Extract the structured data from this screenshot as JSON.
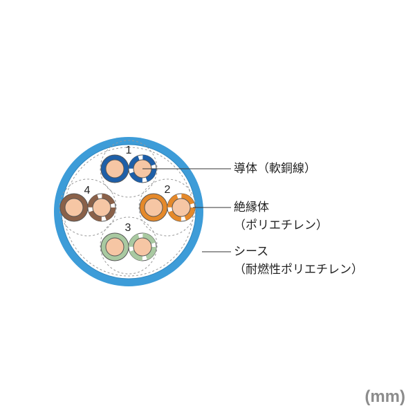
{
  "pairs": [
    {
      "number": "1",
      "color_a": "#1e5fa8",
      "color_b": "#1e5fa8"
    },
    {
      "number": "2",
      "color_a": "#e5892a",
      "color_b": "#e5892a"
    },
    {
      "number": "3",
      "color_a": "#a9c9a1",
      "color_b": "#a9c9a1"
    },
    {
      "number": "4",
      "color_a": "#8a6149",
      "color_b": "#8a6149"
    }
  ],
  "labels": {
    "conductor": "導体（軟銅線）",
    "insulation_line1": "絶縁体",
    "insulation_line2": "（ポリエチレン）",
    "sheath_line1": "シース",
    "sheath_line2": "（耐燃性ポリエチレン）"
  },
  "unit": "(mm)",
  "colors": {
    "sheath": "#3d9cd8",
    "core_fill": "#f6c6a4",
    "cable_interior": "#ffffff"
  }
}
